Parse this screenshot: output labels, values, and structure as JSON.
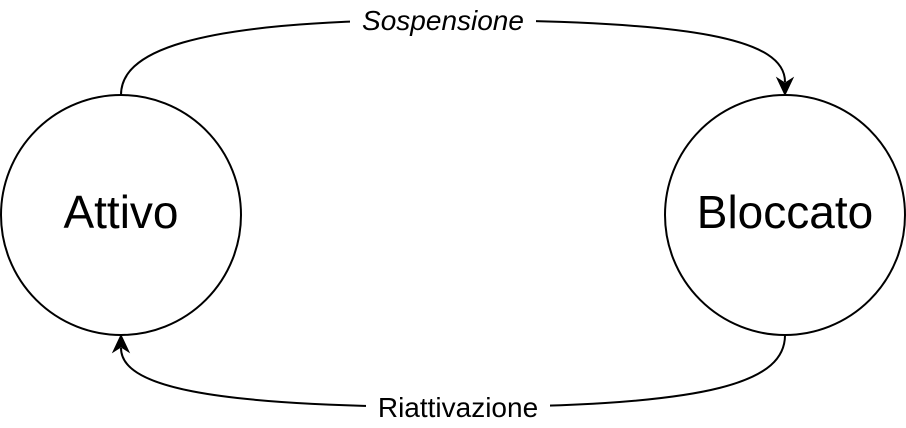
{
  "diagram": {
    "nodes": [
      {
        "id": "attivo",
        "label": "Attivo"
      },
      {
        "id": "bloccato",
        "label": "Bloccato"
      }
    ],
    "edges": [
      {
        "from": "attivo",
        "to": "bloccato",
        "label": "Sospensione",
        "style": "italic"
      },
      {
        "from": "bloccato",
        "to": "attivo",
        "label": "Riattivazione",
        "style": "normal"
      }
    ]
  }
}
